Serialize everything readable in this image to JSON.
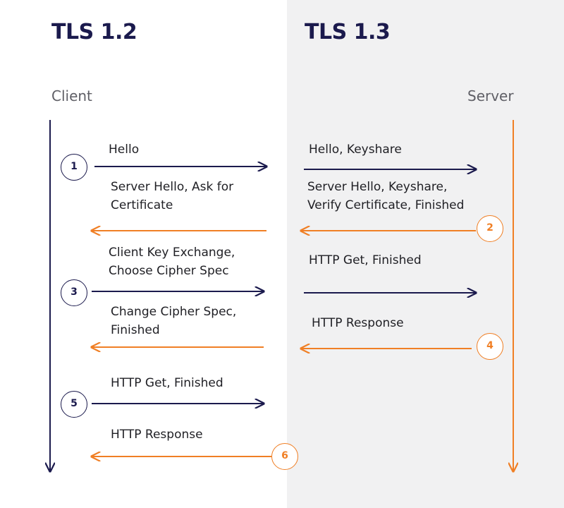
{
  "titles": {
    "left": "TLS 1.2",
    "right": "TLS 1.3"
  },
  "actors": {
    "client": "Client",
    "server": "Server"
  },
  "colors": {
    "navy": "#1b1a4d",
    "orange": "#f07f25",
    "right_panel": "#f1f1f2"
  },
  "tls12": {
    "messages": [
      {
        "lines": [
          "Hello"
        ],
        "direction": "client-to-server",
        "step": "1"
      },
      {
        "lines": [
          "Server Hello, Ask for",
          "Certificate"
        ],
        "direction": "server-to-client",
        "step": ""
      },
      {
        "lines": [
          "Client Key Exchange,",
          "Choose Cipher Spec"
        ],
        "direction": "client-to-server",
        "step": "3"
      },
      {
        "lines": [
          "Change Cipher Spec,",
          "Finished"
        ],
        "direction": "server-to-client",
        "step": ""
      },
      {
        "lines": [
          "HTTP Get, Finished"
        ],
        "direction": "client-to-server",
        "step": "5"
      },
      {
        "lines": [
          "HTTP Response"
        ],
        "direction": "server-to-client",
        "step": "6"
      }
    ]
  },
  "tls13": {
    "messages": [
      {
        "lines": [
          "Hello, Keyshare"
        ],
        "direction": "client-to-server",
        "step": ""
      },
      {
        "lines": [
          "Server Hello, Keyshare,",
          "Verify Certificate, Finished"
        ],
        "direction": "server-to-client",
        "step": "2"
      },
      {
        "lines": [
          "HTTP Get, Finished"
        ],
        "direction": "client-to-server",
        "step": ""
      },
      {
        "lines": [
          "HTTP Response"
        ],
        "direction": "server-to-client",
        "step": "4"
      }
    ]
  }
}
